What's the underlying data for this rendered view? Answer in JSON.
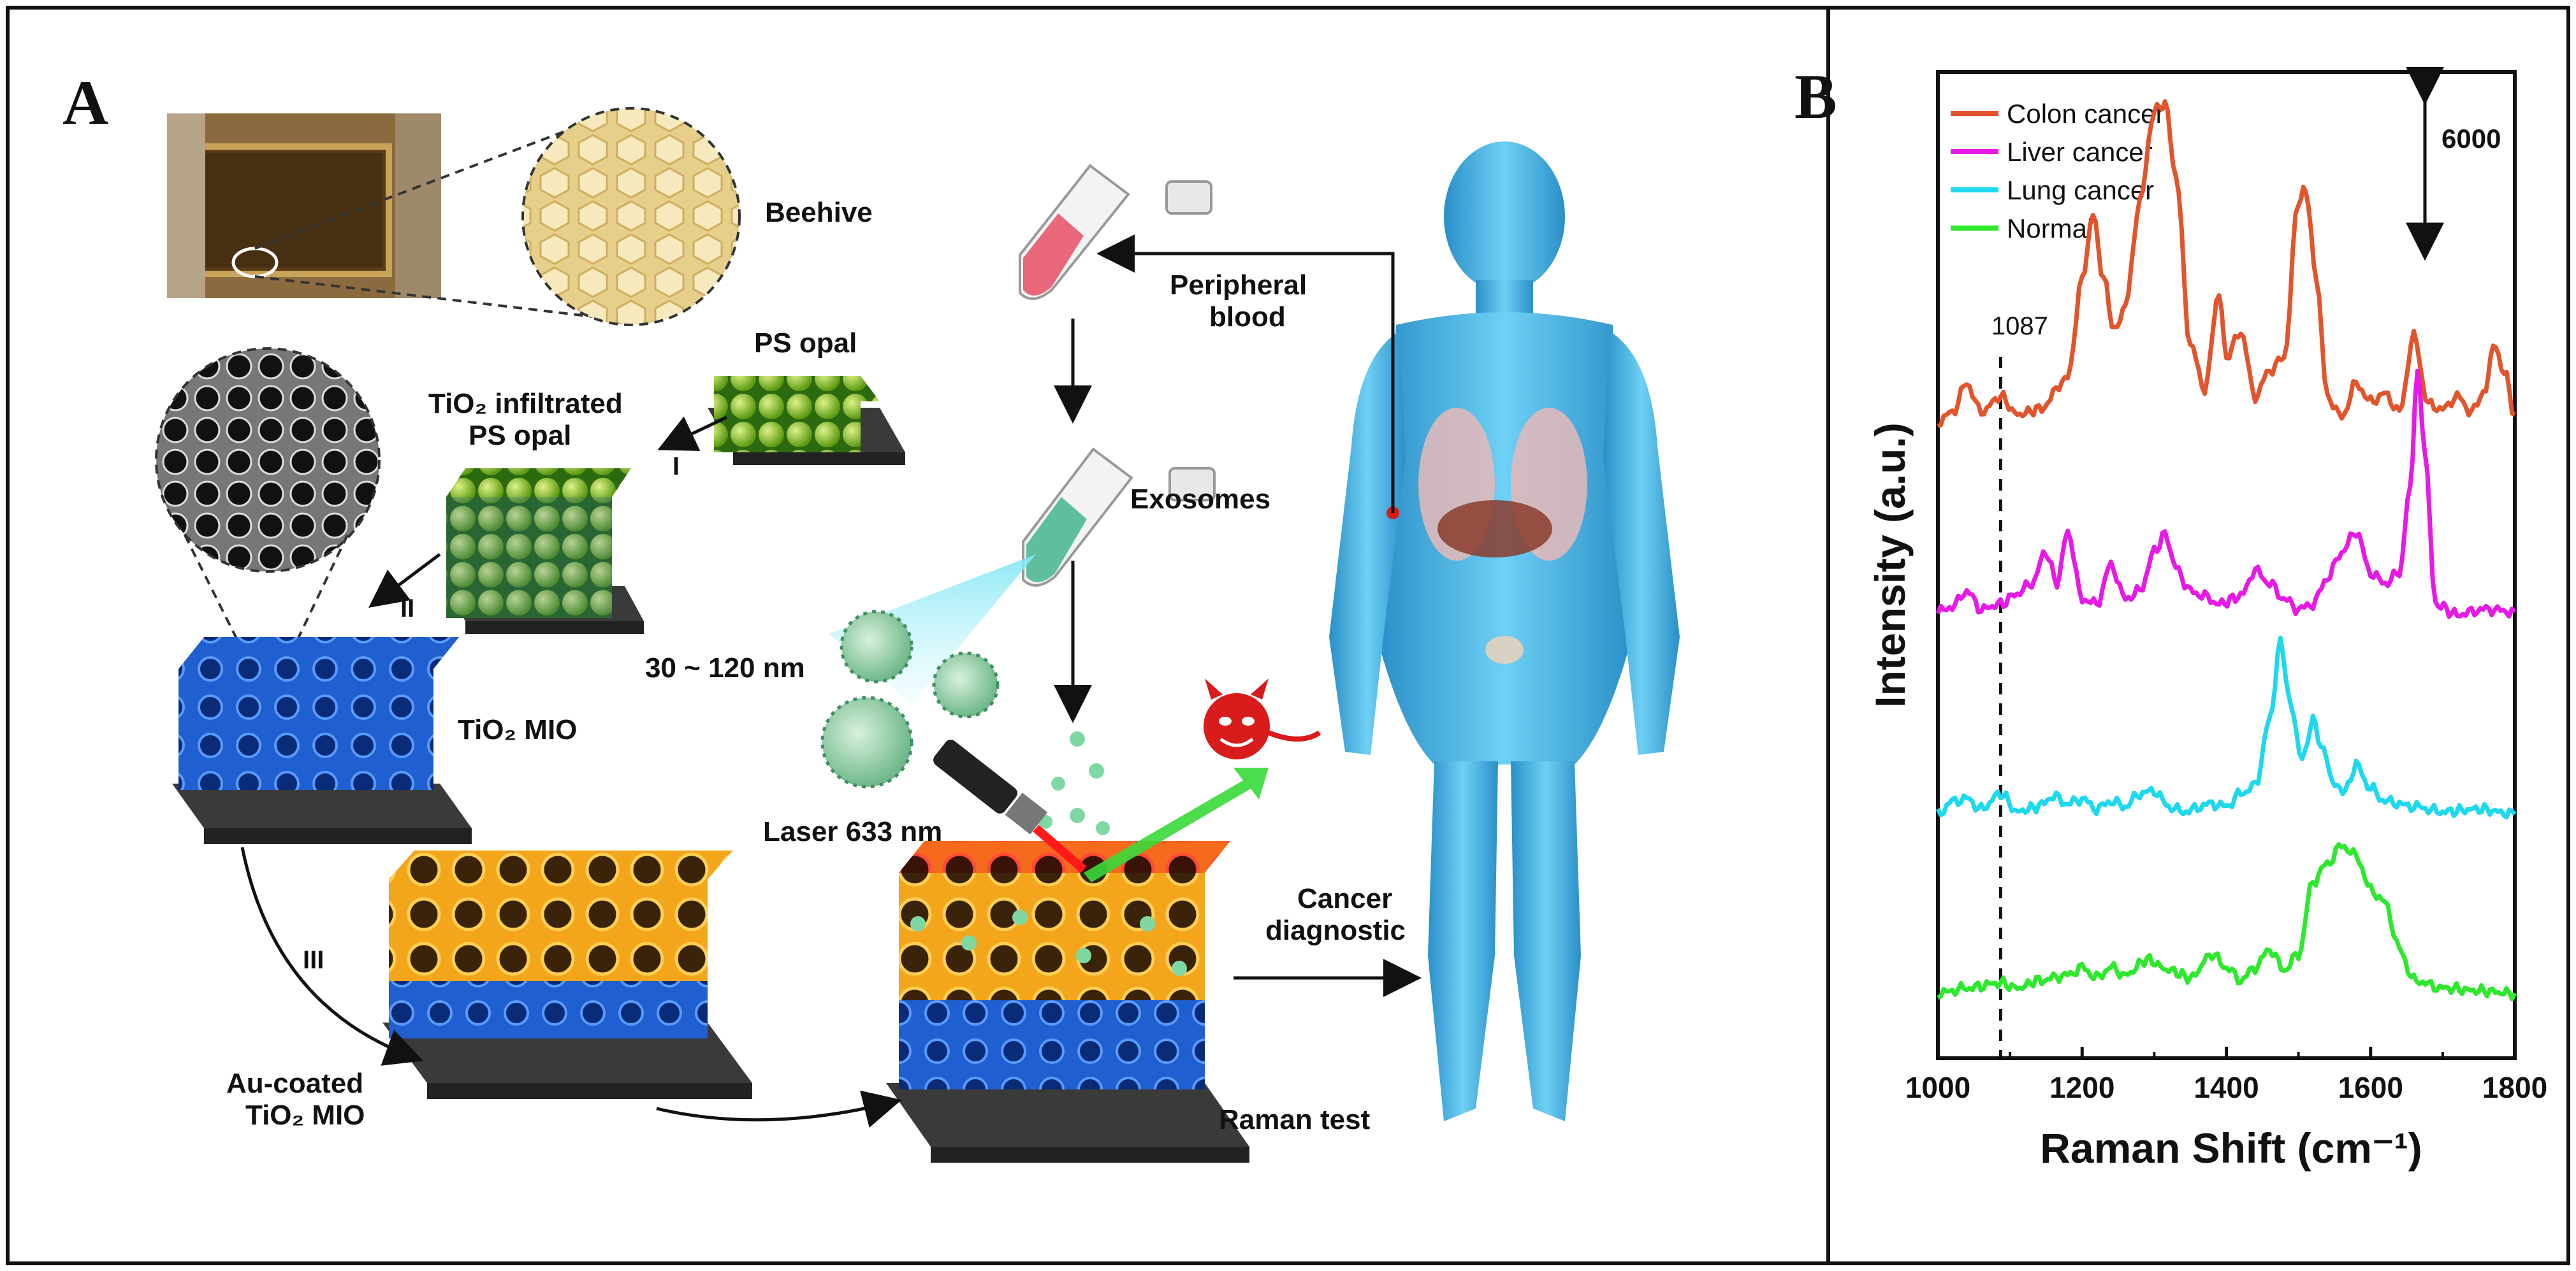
{
  "panel_a": {
    "letter": "A",
    "labels": {
      "beehive": "Beehive",
      "ps_opal": "PS opal",
      "tio2_infiltrated_line1": "TiO₂ infiltrated",
      "tio2_infiltrated_line2": "PS opal",
      "step_1": "I",
      "step_2": "II",
      "step_3": "III",
      "tio2_mio": "TiO₂ MIO",
      "au_coated_line1": "Au-coated",
      "au_coated_line2": "TiO₂ MIO",
      "peripheral_line1": "Peripheral",
      "peripheral_line2": "blood",
      "exosomes": "Exosomes",
      "size_range": "30 ~ 120 nm",
      "laser": "Laser 633 nm",
      "cancer_line1": "Cancer",
      "cancer_line2": "diagnostic",
      "raman_test": "Raman test"
    }
  },
  "panel_b": {
    "letter": "B",
    "chart_data": {
      "type": "line",
      "xlabel": "Raman Shift (cm⁻¹)",
      "ylabel": "Intensity (a.u.)",
      "xlim": [
        1000,
        1800
      ],
      "x_ticks": [
        "1000",
        "1200",
        "1400",
        "1600",
        "1800"
      ],
      "scale_bar_label": "6000",
      "scale_bar_value": 6000,
      "reference_line": {
        "x": 1087,
        "label": "1087",
        "style": "dashed"
      },
      "legend_position": "top-left",
      "y_ticks_shown": false,
      "series": [
        {
          "name": "Colon cancer",
          "color": "#e2542c",
          "offset": 22000,
          "points": [
            [
              1000,
              500
            ],
            [
              1020,
              900
            ],
            [
              1040,
              2000
            ],
            [
              1060,
              900
            ],
            [
              1087,
              1500
            ],
            [
              1110,
              800
            ],
            [
              1140,
              1000
            ],
            [
              1180,
              2200
            ],
            [
              1200,
              6000
            ],
            [
              1215,
              8500
            ],
            [
              1230,
              6000
            ],
            [
              1245,
              4000
            ],
            [
              1260,
              5000
            ],
            [
              1280,
              9000
            ],
            [
              1300,
              12500
            ],
            [
              1315,
              12800
            ],
            [
              1330,
              10000
            ],
            [
              1350,
              3500
            ],
            [
              1370,
              1800
            ],
            [
              1390,
              5500
            ],
            [
              1400,
              3000
            ],
            [
              1420,
              4000
            ],
            [
              1440,
              1500
            ],
            [
              1460,
              2500
            ],
            [
              1480,
              3000
            ],
            [
              1500,
              9000
            ],
            [
              1510,
              9500
            ],
            [
              1525,
              6000
            ],
            [
              1540,
              1500
            ],
            [
              1560,
              700
            ],
            [
              1580,
              2000
            ],
            [
              1600,
              1300
            ],
            [
              1620,
              1600
            ],
            [
              1640,
              900
            ],
            [
              1660,
              3800
            ],
            [
              1680,
              1200
            ],
            [
              1700,
              1000
            ],
            [
              1720,
              1500
            ],
            [
              1740,
              900
            ],
            [
              1760,
              1800
            ],
            [
              1770,
              3500
            ],
            [
              1785,
              2500
            ],
            [
              1800,
              800
            ]
          ]
        },
        {
          "name": "Liver cancer",
          "color": "#e619e6",
          "offset": 14500,
          "points": [
            [
              1000,
              700
            ],
            [
              1020,
              900
            ],
            [
              1040,
              1500
            ],
            [
              1060,
              800
            ],
            [
              1087,
              1000
            ],
            [
              1110,
              1400
            ],
            [
              1130,
              1800
            ],
            [
              1150,
              3000
            ],
            [
              1165,
              1800
            ],
            [
              1180,
              3800
            ],
            [
              1200,
              1200
            ],
            [
              1220,
              1000
            ],
            [
              1240,
              2500
            ],
            [
              1260,
              1200
            ],
            [
              1280,
              1500
            ],
            [
              1300,
              3000
            ],
            [
              1315,
              3700
            ],
            [
              1330,
              2400
            ],
            [
              1350,
              1500
            ],
            [
              1370,
              1300
            ],
            [
              1390,
              1000
            ],
            [
              1420,
              1300
            ],
            [
              1440,
              2300
            ],
            [
              1460,
              1800
            ],
            [
              1480,
              1200
            ],
            [
              1500,
              800
            ],
            [
              1520,
              1000
            ],
            [
              1540,
              2000
            ],
            [
              1560,
              3000
            ],
            [
              1580,
              3800
            ],
            [
              1600,
              2200
            ],
            [
              1620,
              1800
            ],
            [
              1640,
              2200
            ],
            [
              1655,
              5500
            ],
            [
              1665,
              10000
            ],
            [
              1675,
              7000
            ],
            [
              1690,
              1000
            ],
            [
              1720,
              600
            ],
            [
              1760,
              800
            ],
            [
              1800,
              700
            ]
          ]
        },
        {
          "name": "Lung cancer",
          "color": "#1ed8ee",
          "offset": 7000,
          "points": [
            [
              1000,
              400
            ],
            [
              1020,
              900
            ],
            [
              1040,
              1000
            ],
            [
              1060,
              600
            ],
            [
              1087,
              1200
            ],
            [
              1110,
              500
            ],
            [
              1140,
              700
            ],
            [
              1160,
              1100
            ],
            [
              1180,
              800
            ],
            [
              1200,
              1000
            ],
            [
              1220,
              600
            ],
            [
              1240,
              900
            ],
            [
              1260,
              700
            ],
            [
              1280,
              1200
            ],
            [
              1300,
              1300
            ],
            [
              1320,
              700
            ],
            [
              1340,
              500
            ],
            [
              1380,
              800
            ],
            [
              1400,
              700
            ],
            [
              1420,
              1200
            ],
            [
              1440,
              1500
            ],
            [
              1460,
              4000
            ],
            [
              1475,
              7000
            ],
            [
              1490,
              4500
            ],
            [
              1505,
              2500
            ],
            [
              1520,
              4000
            ],
            [
              1535,
              2800
            ],
            [
              1550,
              1500
            ],
            [
              1565,
              1300
            ],
            [
              1580,
              2300
            ],
            [
              1600,
              1400
            ],
            [
              1620,
              900
            ],
            [
              1660,
              700
            ],
            [
              1700,
              500
            ],
            [
              1750,
              600
            ],
            [
              1800,
              400
            ]
          ]
        },
        {
          "name": "Normal",
          "color": "#2ee82e",
          "offset": 0,
          "points": [
            [
              1000,
              500
            ],
            [
              1040,
              700
            ],
            [
              1087,
              900
            ],
            [
              1110,
              700
            ],
            [
              1140,
              1000
            ],
            [
              1180,
              1200
            ],
            [
              1200,
              1500
            ],
            [
              1220,
              1100
            ],
            [
              1240,
              1500
            ],
            [
              1260,
              1200
            ],
            [
              1290,
              1800
            ],
            [
              1320,
              1400
            ],
            [
              1350,
              1100
            ],
            [
              1380,
              2000
            ],
            [
              1400,
              1500
            ],
            [
              1420,
              1000
            ],
            [
              1440,
              1500
            ],
            [
              1460,
              2200
            ],
            [
              1480,
              1400
            ],
            [
              1500,
              2000
            ],
            [
              1520,
              4800
            ],
            [
              1540,
              5500
            ],
            [
              1560,
              6200
            ],
            [
              1580,
              5800
            ],
            [
              1600,
              4500
            ],
            [
              1620,
              4000
            ],
            [
              1640,
              2200
            ],
            [
              1660,
              1000
            ],
            [
              1700,
              700
            ],
            [
              1750,
              600
            ],
            [
              1800,
              500
            ]
          ]
        }
      ]
    }
  }
}
